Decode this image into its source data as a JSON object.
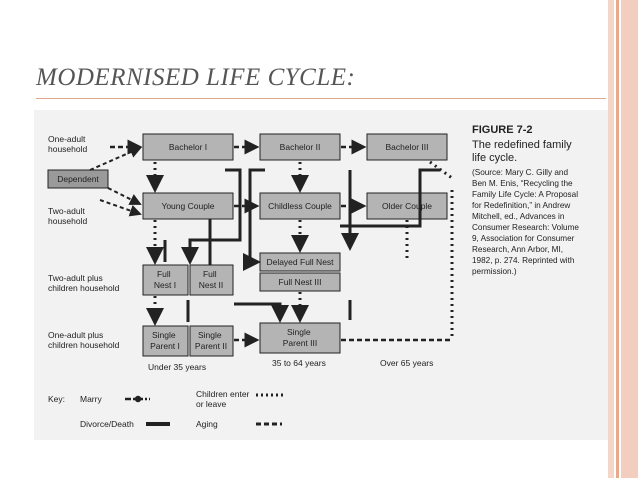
{
  "slide": {
    "title": "MODERNISED LIFE CYCLE:"
  },
  "figure": {
    "number": "FIGURE 7-2",
    "caption_lines": [
      "The redefined family",
      "life cycle."
    ],
    "source_lines": [
      "(Source: Mary C. Gilly and",
      "Ben M. Enis, “Recycling the",
      "Family Life Cycle: A Proposal",
      "for Redefinition,” in Andrew",
      "Mitchell, ed., Advances in",
      "Consumer Research: Volume",
      "9, Association for Consumer",
      "Research, Ann Arbor, MI,",
      "1982, p. 274. Reprinted with",
      "permission.)"
    ]
  },
  "rows": {
    "one_adult": [
      "One-adult",
      "household"
    ],
    "two_adult": [
      "Two-adult",
      "household"
    ],
    "two_adult_children": [
      "Two-adult plus",
      "children household"
    ],
    "one_adult_children": [
      "One-adult plus",
      "children household"
    ]
  },
  "boxes": {
    "dependent": "Dependent",
    "bachelor1": "Bachelor I",
    "bachelor2": "Bachelor II",
    "bachelor3": "Bachelor III",
    "young_couple": "Young Couple",
    "childless_couple": "Childless Couple",
    "older_couple": "Older Couple",
    "delayed_full_nest": "Delayed Full Nest",
    "full_nest3": "Full Nest III",
    "full_nest1": [
      "Full",
      "Nest I"
    ],
    "full_nest2": [
      "Full",
      "Nest II"
    ],
    "single_parent1": [
      "Single",
      "Parent I"
    ],
    "single_parent2": [
      "Single",
      "Parent II"
    ],
    "single_parent3": [
      "Single",
      "Parent III"
    ]
  },
  "ages": {
    "under35": "Under 35 years",
    "age35to64": "35 to 64 years",
    "over65": "Over 65 years"
  },
  "key": {
    "label": "Key:",
    "marry": "Marry",
    "divorce": "Divorce/Death",
    "children": [
      "Children enter",
      "or leave"
    ],
    "aging": "Aging"
  },
  "colors": {
    "bar_light": "#f4d6c8",
    "bar_mid": "#e8a88c",
    "bar_dark": "#c97a5c"
  }
}
